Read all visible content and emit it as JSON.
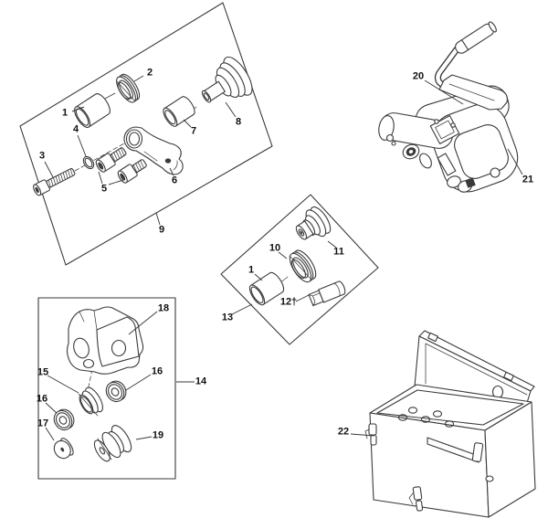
{
  "diagram": {
    "colors": {
      "background": "#ffffff",
      "line": "#3a3a3a",
      "label": "#111111",
      "knurl_fill": "#9a9a9a"
    },
    "callouts": [
      {
        "id": "head-assembly-bushing",
        "text": "1"
      },
      {
        "id": "head-assembly-collar",
        "text": "2"
      },
      {
        "id": "head-assembly-screw-long",
        "text": "3"
      },
      {
        "id": "head-assembly-oring",
        "text": "4"
      },
      {
        "id": "head-assembly-socket-screws",
        "text": "5"
      },
      {
        "id": "head-assembly-yoke",
        "text": "6"
      },
      {
        "id": "head-assembly-bushing-2",
        "text": "7"
      },
      {
        "id": "head-assembly-roller",
        "text": "8"
      },
      {
        "id": "head-assembly-group",
        "text": "9"
      },
      {
        "id": "machine-handle",
        "text": "20"
      },
      {
        "id": "machine-body",
        "text": "21"
      },
      {
        "id": "drive-set-bushing",
        "text": "1"
      },
      {
        "id": "drive-set-ring",
        "text": "10"
      },
      {
        "id": "drive-set-roller",
        "text": "11"
      },
      {
        "id": "drive-set-shaft",
        "text": "12†"
      },
      {
        "id": "drive-set-group",
        "text": "13"
      },
      {
        "id": "roller-kit-housing",
        "text": "18"
      },
      {
        "id": "roller-kit-sheave",
        "text": "15"
      },
      {
        "id": "roller-kit-bearing-right",
        "text": "16"
      },
      {
        "id": "roller-kit-bearing-left",
        "text": "16"
      },
      {
        "id": "roller-kit-washer",
        "text": "17"
      },
      {
        "id": "roller-kit-spool",
        "text": "19"
      },
      {
        "id": "roller-kit-group",
        "text": "14"
      },
      {
        "id": "carrying-case",
        "text": "22"
      }
    ]
  }
}
